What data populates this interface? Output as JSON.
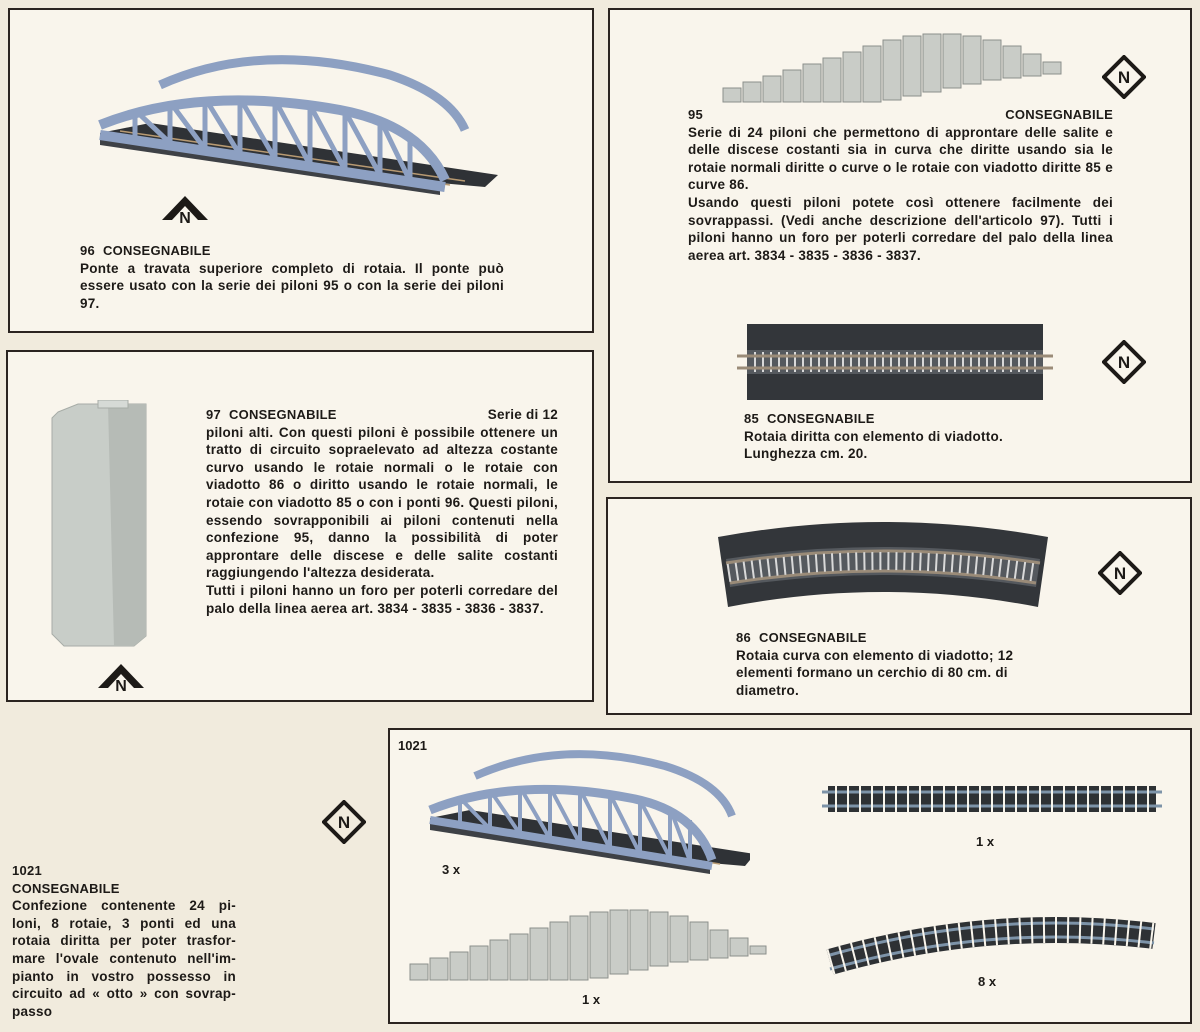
{
  "logo_letter": "N",
  "items": {
    "i96": {
      "code": "96",
      "status": "CONSEGNABILE",
      "description": "Ponte a travata superiore completo di rotaia. Il ponte può essere usato con la serie dei piloni 95 o con la serie dei piloni 97."
    },
    "i95": {
      "code": "95",
      "status": "CONSEGNABILE",
      "description": "Serie di 24 piloni che permettono di approntare delle salite e delle discese costanti sia in curva che diritte usando sia le rotaie normali diritte o curve o le rotaie con viadotto diritte 85 e curve 86.",
      "description2": "Usando questi piloni potete così ottenere facilmente dei sovrappassi. (Vedi anche descrizione dell'articolo 97). Tutti i piloni hanno un foro per poterli corredare del palo della linea aerea art. 3834 - 3835 - 3836 - 3837."
    },
    "i97": {
      "code": "97",
      "status": "CONSEGNABILE",
      "lead": "Serie di 12",
      "description": "piloni alti. Con questi piloni è possibile ottenere un tratto di circuito sopraelevato ad altezza costante curvo usando le rotaie normali o le rotaie con viadotto 86 o diritto usando le rotaie normali, le rotaie con viadotto 85 o con i ponti 96. Questi piloni, essendo sovrapponibili ai piloni contenuti nella confezione 95, danno la possibilità di poter approntare delle discese e delle salite costanti raggiungendo l'altezza desiderata.",
      "description2": "Tutti i piloni hanno un foro per poterli corredare del palo della linea aerea art. 3834 - 3835 - 3836 - 3837."
    },
    "i85": {
      "code": "85",
      "status": "CONSEGNABILE",
      "description": "Rotaia diritta con elemento di viadotto. Lunghezza cm. 20."
    },
    "i86": {
      "code": "86",
      "status": "CONSEGNABILE",
      "description": "Rotaia curva con elemento di viadotto; 12 elementi formano un cerchio di 80 cm. di diametro."
    },
    "i1021": {
      "code": "1021",
      "status": "CONSEGNABILE",
      "description": "Confezione contenente 24 pi- loni, 8 rotaie, 3 ponti ed una rotaia diritta per poter trasfor- mare l'ovale contenuto nell'im- pianto in vostro possesso in circuito ad « otto » con sovrap- passo",
      "box_code": "1021",
      "qty_bridges": "3 x",
      "qty_piers": "1 x",
      "qty_straight": "1 x",
      "qty_curved": "8 x"
    }
  },
  "colors": {
    "page_bg": "#f1ebdd",
    "box_bg": "#f9f5ec",
    "border": "#2b2420",
    "bridge_blue": "#8da0c2",
    "pier_grey": "#c9ccc7",
    "rail_dark": "#33363a"
  }
}
